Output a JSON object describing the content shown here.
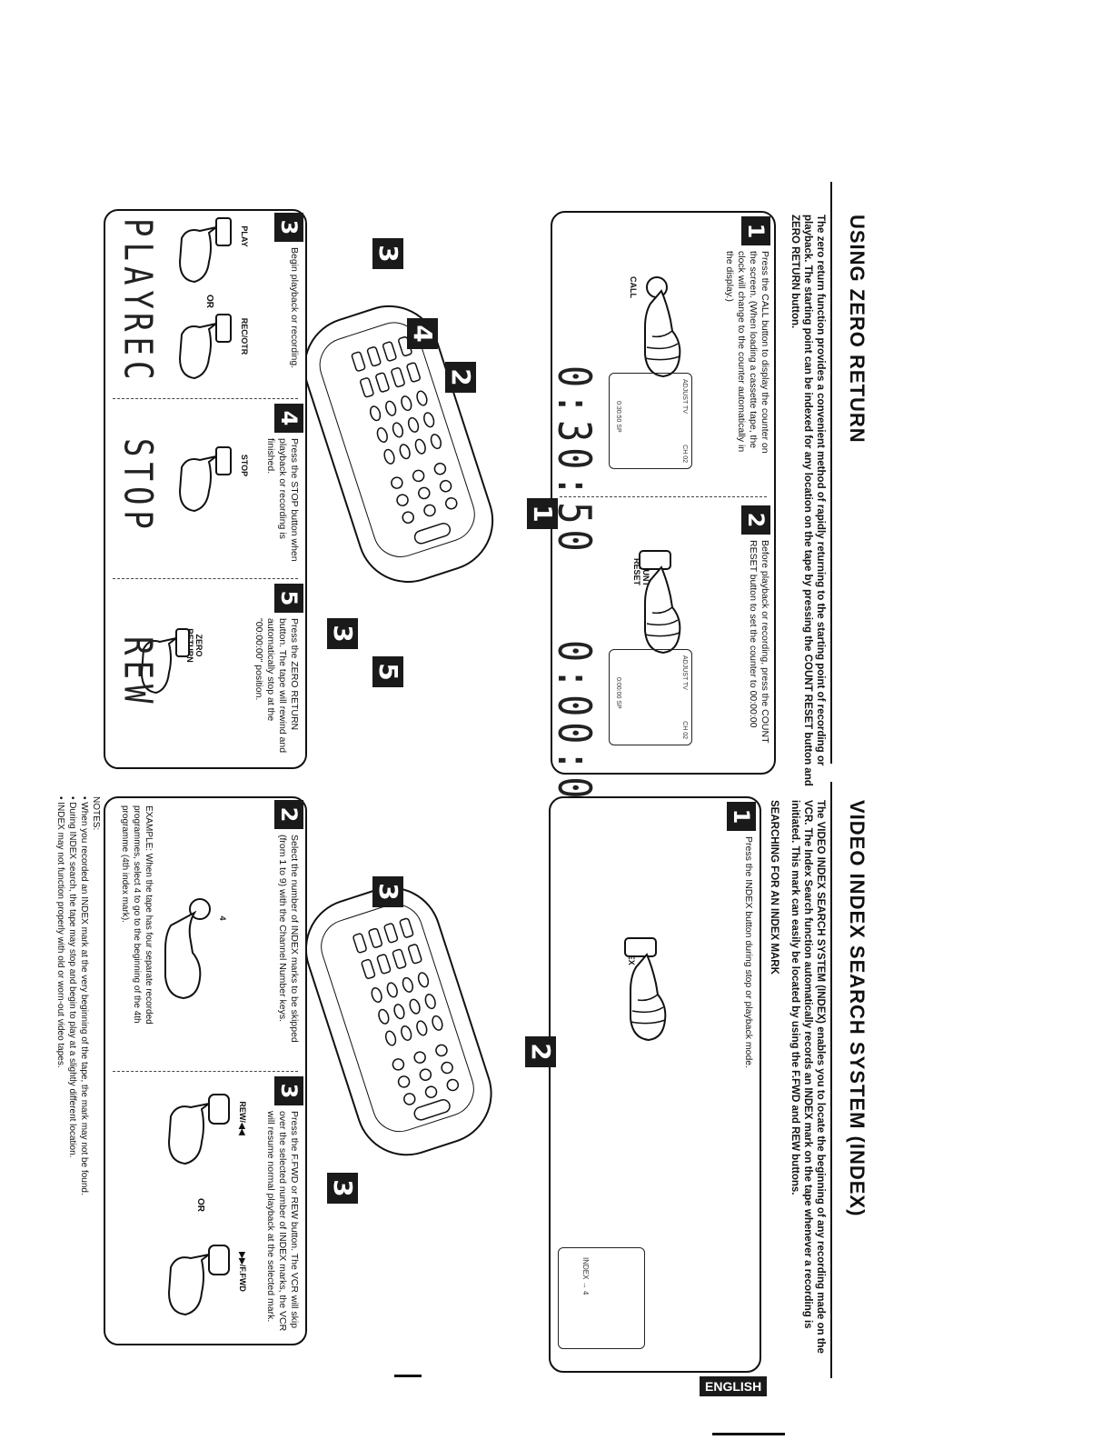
{
  "left_section": {
    "title": "USING ZERO RETURN",
    "intro": "The zero return function provides a convenient method of rapidly returning to the starting point of recording or playback. The starting point can be indexed for any location on the tape by pressing the COUNT RESET button and ZERO RETURN button.",
    "remote_callouts": [
      "1",
      "2",
      "3",
      "4",
      "5",
      "3"
    ],
    "step1": {
      "num": "1",
      "text": "Press the CALL button to display the counter on the screen. (When loading a cassette tape, the clock will change to the counter automatically in the display.)",
      "button": "CALL",
      "display": "0:30:50",
      "screen_top_left": "ADJUST TV",
      "screen_top_right": "CH 02",
      "screen_bottom": "0:30:50 SP"
    },
    "step2": {
      "num": "2",
      "text": "Before playback or recording, press the COUNT RESET button to set the counter to 00:00:00",
      "button": "COUNT RESET",
      "display": "0:00:00",
      "screen_top_left": "ADJUST TV",
      "screen_top_right": "CH 02",
      "screen_bottom": "0:00:00 SP"
    },
    "step3": {
      "num": "3",
      "text": "Begin playback or recording.",
      "button_play": "PLAY",
      "button_rec": "REC/OTR",
      "or": "OR",
      "display_play": "PLAY",
      "display_rec": "REC"
    },
    "step4": {
      "num": "4",
      "text": "Press the STOP button when playback or recording is finished.",
      "button": "STOP",
      "display": "STOP"
    },
    "step5": {
      "num": "5",
      "text": "Press the ZERO RETURN button. The tape will rewind and automatically stop at the \"00:00:00\" position.",
      "button": "ZERO RETURN",
      "display": "REW"
    }
  },
  "right_section": {
    "title": "VIDEO INDEX SEARCH SYSTEM (INDEX)",
    "intro": "The VIDEO INDEX SEARCH SYSTEM (INDEX) enables you to locate the beginning of any recording made on the VCR. The Index Search function automatically records an INDEX mark on the tape whenever a recording is initiated. This mark can easily be located by using the F.FWD and REW buttons.",
    "subhead": "SEARCHING FOR AN INDEX MARK",
    "remote_callouts": [
      "2",
      "3",
      "3"
    ],
    "step1": {
      "num": "1",
      "text": "Press the INDEX button during stop or playback mode.",
      "button": "INDEX",
      "screen_text": "INDEX → 4"
    },
    "step2": {
      "num": "2",
      "text": "Select the number of INDEX marks to be skipped (from 1 to 9) with the Channel Number keys.",
      "button": "4"
    },
    "step3": {
      "num": "3",
      "text": "Press the F.FWD or REW button. The VCR will skip over the selected number of INDEX marks, the VCR will resume normal playback at the selected mark.",
      "button_rew": "REW/◀◀",
      "button_ffwd": "▶▶/F.FWD",
      "or": "OR"
    },
    "example": "EXAMPLE: When the tape has four separate recorded programmes, select 4 to go to the beginning of the 4th programme (4th index mark).",
    "notes_label": "NOTES:",
    "notes": [
      "When you recorded an INDEX mark at the very beginning of the tape, the mark may not be found.",
      "During INDEX search, the tape may stop and begin to play at a slightly different location.",
      "INDEX may not function properly with old or worn-out video tapes."
    ]
  },
  "footer": {
    "language_tab": "ENGLISH"
  }
}
